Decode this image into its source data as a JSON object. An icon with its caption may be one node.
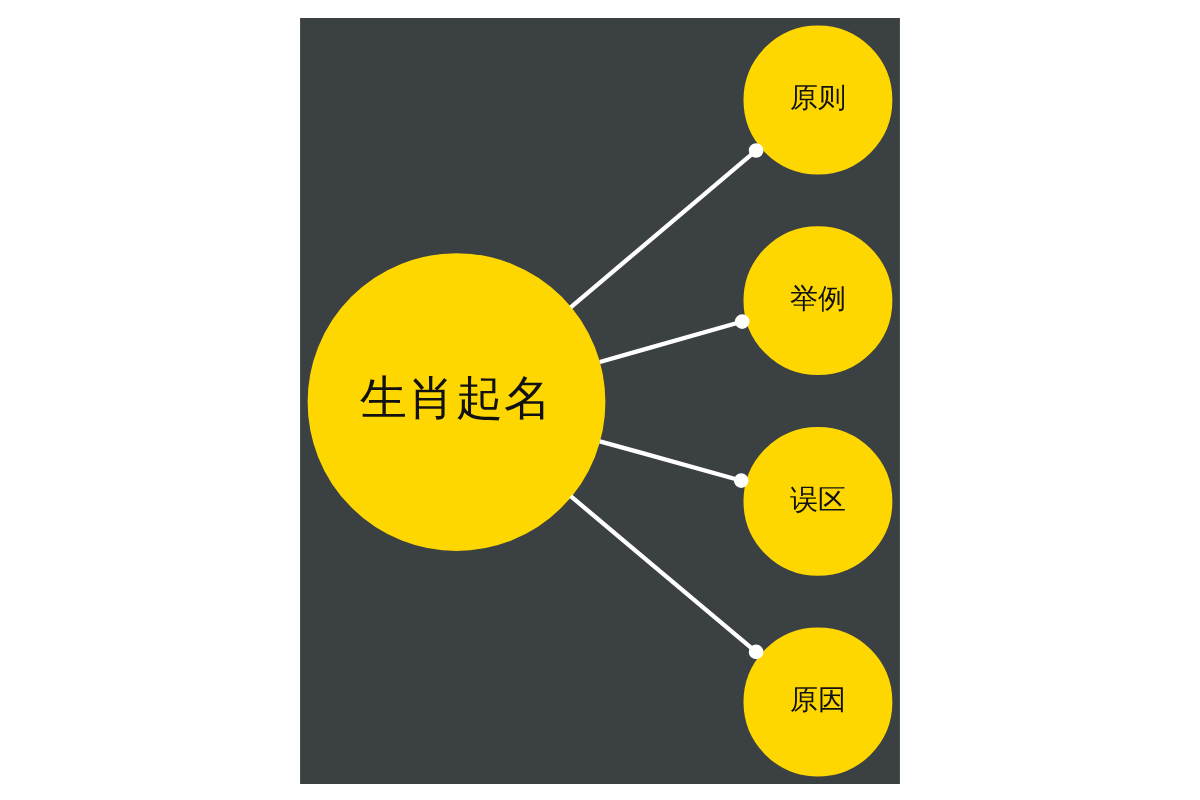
{
  "diagram": {
    "nodes": [
      {
        "text": [
          "生肖起名"
        ]
      },
      {
        "text": [
          "原则"
        ]
      },
      {
        "text": [
          "举例"
        ]
      },
      {
        "text": [
          "误区"
        ]
      },
      {
        "text": [
          "原因"
        ]
      }
    ],
    "edges": [
      {
        "from": 0,
        "to": 1,
        "arrow": "other"
      },
      {
        "from": 0,
        "to": 2,
        "arrow": "other"
      },
      {
        "from": 0,
        "to": 3,
        "arrow": "other"
      },
      {
        "from": 0,
        "to": 4,
        "arrow": "other"
      }
    ]
  }
}
